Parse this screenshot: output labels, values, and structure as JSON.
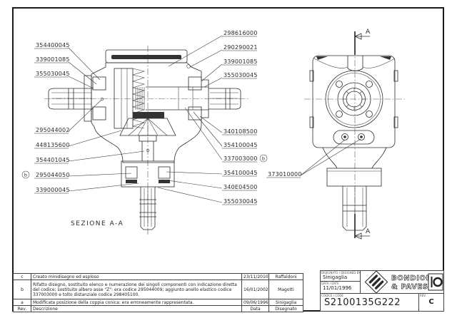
{
  "drawing": {
    "section_label": "SEZIONE A-A",
    "cut_letter": "A",
    "revision_marker": "b",
    "callouts": {
      "left": [
        "354400045",
        "339001085",
        "355030045",
        "295044002",
        "448135600",
        "354401045",
        "295044050",
        "339000045"
      ],
      "right": [
        "298616000",
        "290290021",
        "339001085",
        "355030045",
        "340108500",
        "354100045",
        "337003000",
        "354100045",
        "340E04500",
        "355030045"
      ],
      "side": "373010000"
    }
  },
  "revisions": {
    "headers": {
      "rev": "Rev.",
      "desc": "Descrizione",
      "date": "Data",
      "by": "Disegnato"
    },
    "rows": [
      {
        "rev": "c",
        "desc": "Creato minidisegno ed esploso",
        "date": "23/11/2010",
        "by": "Raffaldoni"
      },
      {
        "rev": "b",
        "desc": "Rifatto disegno, sostituito elenco e numerazione dei singoli componenti con indicazione diretta del codice; sostituito albero asse \"Z\": era codice 295044009; aggiunto anello elastico codice 337003000 e tolto distanziale codice 298405100.",
        "date": "16/01/2002",
        "by": "Magotti"
      },
      {
        "rev": "a",
        "desc": "Modificata posizione della coppia conica: era erroneamente rappresentata.",
        "date": "09/06/1996",
        "by": "Sinigaglia"
      }
    ]
  },
  "title_block": {
    "designer_label": "DISEGNATO / DESIGNED BY",
    "designer": "Sinigaglia",
    "date_label": "DATA / DATE",
    "date": "11/01/1996",
    "code_label": "CODICE / CODE",
    "code": "S2100135G222",
    "rev_label": "REV.",
    "rev": "C",
    "brand_line1": "BONDIOLI",
    "brand_line2": "& PAVESI"
  }
}
